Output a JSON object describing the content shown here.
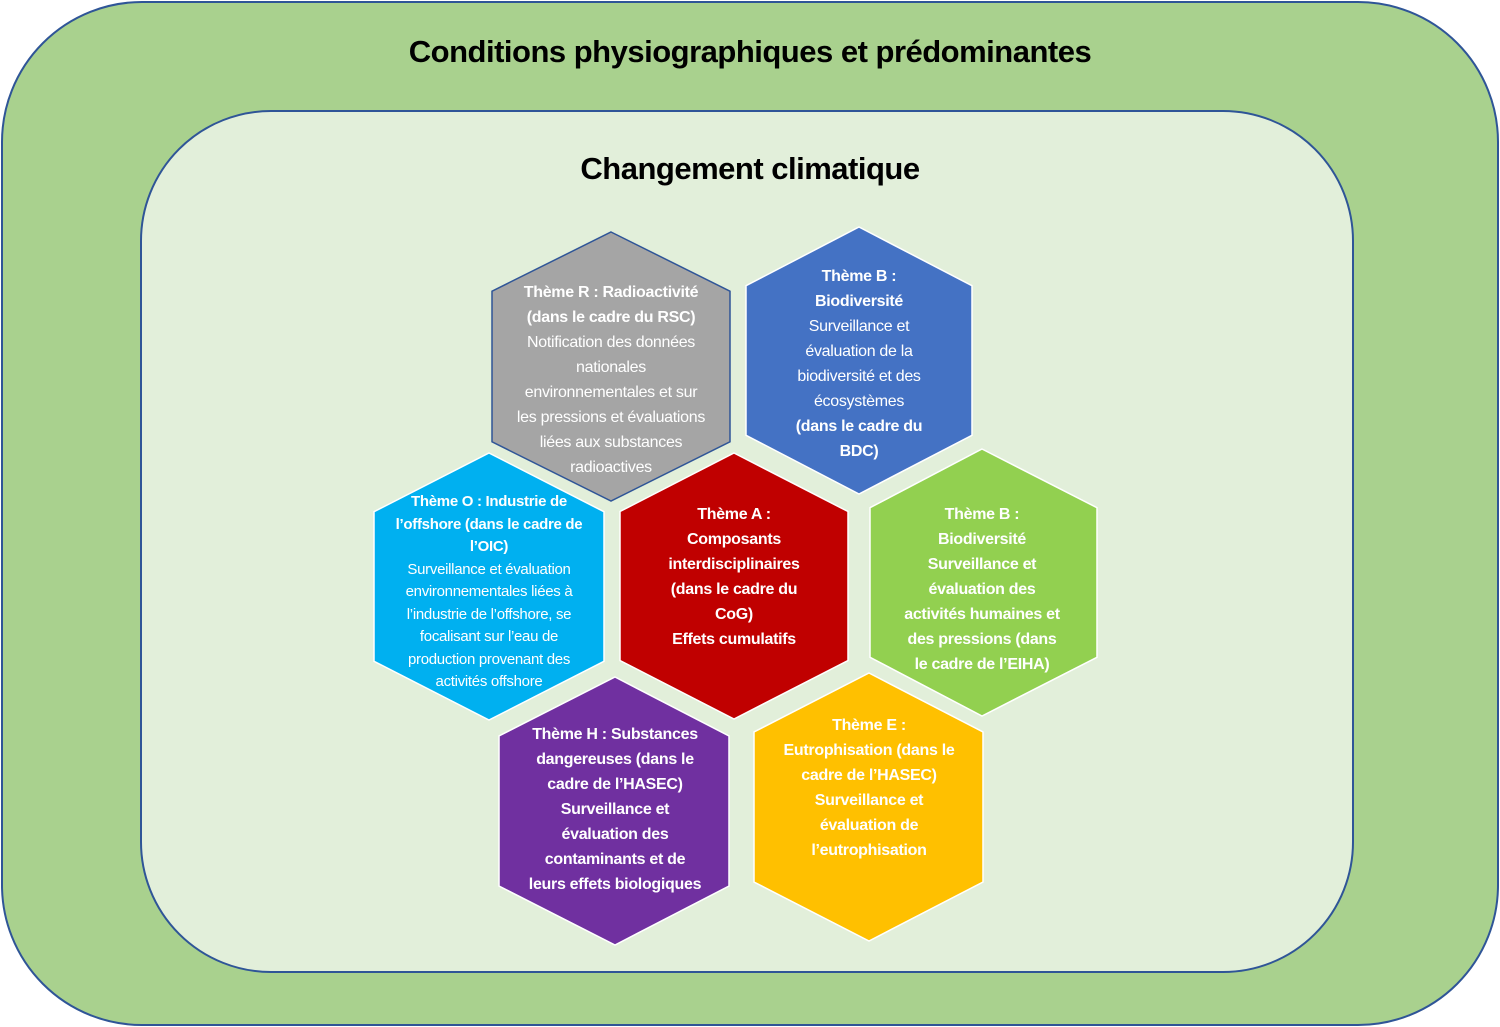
{
  "outer_title": "Conditions physiographiques et prédominantes",
  "inner_title": "Changement climatique",
  "colors": {
    "outer_fill": "#a9d18e",
    "inner_fill": "#e2efda",
    "border": "#2f5597"
  },
  "hexagons": [
    {
      "id": "theme-r",
      "color": "#a5a5a5",
      "lines": [
        {
          "text": "Thème R : Radioactivité",
          "bold": true
        },
        {
          "text": "(dans le cadre du RSC)",
          "bold": true
        },
        {
          "text": "Notification des données",
          "bold": false
        },
        {
          "text": "nationales",
          "bold": false
        },
        {
          "text": "environnementales et sur",
          "bold": false
        },
        {
          "text": "les pressions et évaluations",
          "bold": false
        },
        {
          "text": "liées aux substances",
          "bold": false
        },
        {
          "text": "radioactives",
          "bold": false
        }
      ]
    },
    {
      "id": "theme-b-biodiversite",
      "color": "#4472c4",
      "lines": [
        {
          "text": "Thème B :",
          "bold": true
        },
        {
          "text": "Biodiversité",
          "bold": true
        },
        {
          "text": "Surveillance et",
          "bold": false
        },
        {
          "text": "évaluation de la",
          "bold": false
        },
        {
          "text": "biodiversité et des",
          "bold": false
        },
        {
          "text": "écosystèmes",
          "bold": false
        },
        {
          "text": "(dans le cadre du",
          "bold": true
        },
        {
          "text": "BDC)",
          "bold": true
        }
      ]
    },
    {
      "id": "theme-o",
      "color": "#00b0f0",
      "lines": [
        {
          "text": "Thème O : Industrie de",
          "bold": true
        },
        {
          "text": "l’offshore (dans le cadre de",
          "bold": true
        },
        {
          "text": "l’OIC)",
          "bold": true
        },
        {
          "text": "Surveillance et évaluation",
          "bold": false
        },
        {
          "text": "environnementales liées à",
          "bold": false
        },
        {
          "text": "l’industrie de l’offshore, se",
          "bold": false
        },
        {
          "text": "focalisant sur l’eau de",
          "bold": false
        },
        {
          "text": "production provenant des",
          "bold": false
        },
        {
          "text": "activités offshore",
          "bold": false
        }
      ]
    },
    {
      "id": "theme-a",
      "color": "#c00000",
      "lines": [
        {
          "text": "Thème A :",
          "bold": true
        },
        {
          "text": "Composants",
          "bold": true
        },
        {
          "text": "interdisciplinaires",
          "bold": true
        },
        {
          "text": "(dans le cadre du",
          "bold": true
        },
        {
          "text": "CoG)",
          "bold": true
        },
        {
          "text": "Effets cumulatifs",
          "bold": true
        }
      ]
    },
    {
      "id": "theme-b-activites",
      "color": "#92d050",
      "lines": [
        {
          "text": "Thème B :",
          "bold": true
        },
        {
          "text": "Biodiversité",
          "bold": true
        },
        {
          "text": "Surveillance et",
          "bold": true
        },
        {
          "text": "évaluation des",
          "bold": true
        },
        {
          "text": "activités humaines et",
          "bold": true
        },
        {
          "text": "des pressions (dans",
          "bold": true
        },
        {
          "text": "le cadre de l’EIHA)",
          "bold": true
        }
      ]
    },
    {
      "id": "theme-h",
      "color": "#7030a0",
      "lines": [
        {
          "text": "Thème H : Substances",
          "bold": true
        },
        {
          "text": "dangereuses (dans le",
          "bold": true
        },
        {
          "text": "cadre de l’HASEC)",
          "bold": true
        },
        {
          "text": "Surveillance et",
          "bold": true
        },
        {
          "text": "évaluation des",
          "bold": true
        },
        {
          "text": "contaminants et de",
          "bold": true
        },
        {
          "text": "leurs effets biologiques",
          "bold": true
        }
      ]
    },
    {
      "id": "theme-e",
      "color": "#ffc000",
      "lines": [
        {
          "text": "Thème E :",
          "bold": true
        },
        {
          "text": "Eutrophisation  (dans le",
          "bold": true
        },
        {
          "text": "cadre de l’HASEC)",
          "bold": true
        },
        {
          "text": "Surveillance et",
          "bold": true
        },
        {
          "text": "évaluation de",
          "bold": true
        },
        {
          "text": "l’eutrophisation",
          "bold": true
        }
      ]
    }
  ]
}
